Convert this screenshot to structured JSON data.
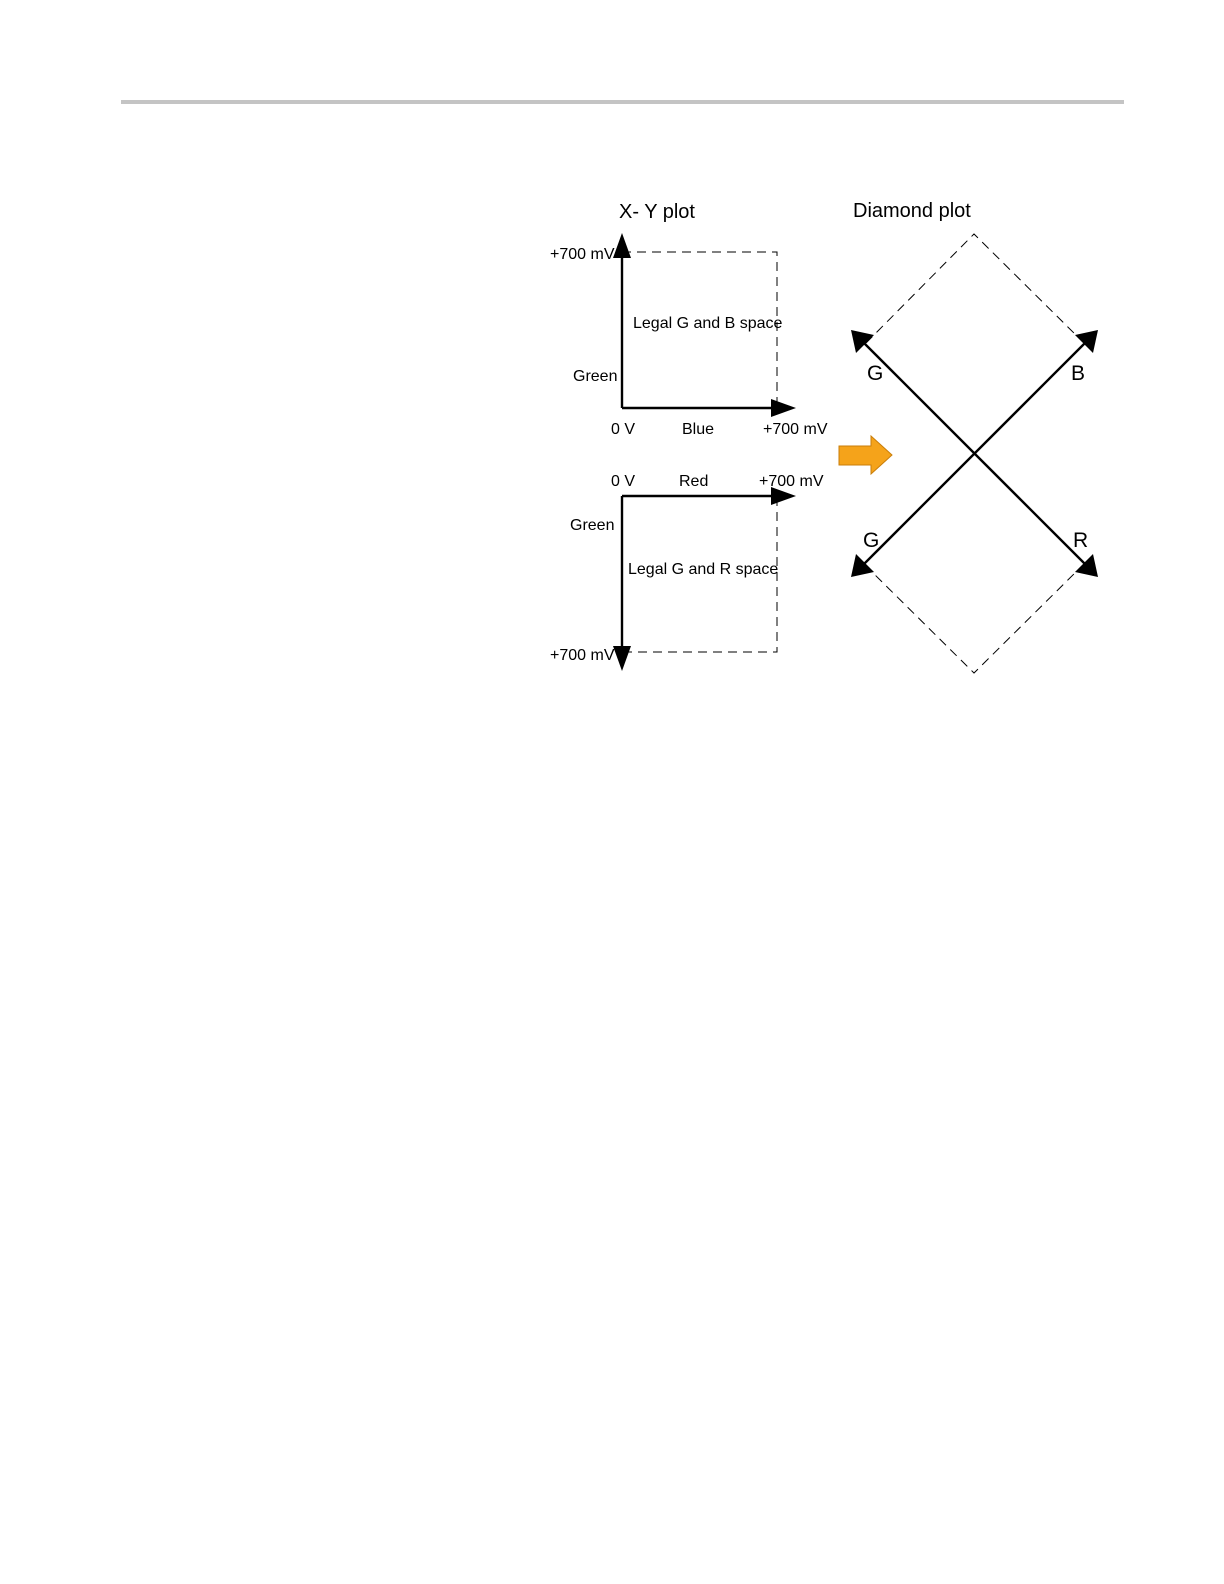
{
  "page": {
    "header_rule_color": "#c4c4c4"
  },
  "xy_plot": {
    "title": "X- Y plot",
    "gb_panel": {
      "y_max_label": "+700 mV",
      "y_axis_label": "Green",
      "origin_label": "0 V",
      "x_axis_label": "Blue",
      "x_max_label": "+700 mV",
      "region_label": "Legal G and B space"
    },
    "gr_panel": {
      "origin_label": "0 V",
      "x_axis_label": "Red",
      "x_max_label": "+700 mV",
      "y_axis_label": "Green",
      "region_label": "Legal G and R space",
      "y_max_label": "+700 mV"
    }
  },
  "transform_arrow": {
    "icon": "right-arrow-icon",
    "color": "#f5a31a"
  },
  "diamond_plot": {
    "title": "Diamond plot",
    "upper_left_label": "G",
    "upper_right_label": "B",
    "lower_left_label": "G",
    "lower_right_label": "R"
  }
}
